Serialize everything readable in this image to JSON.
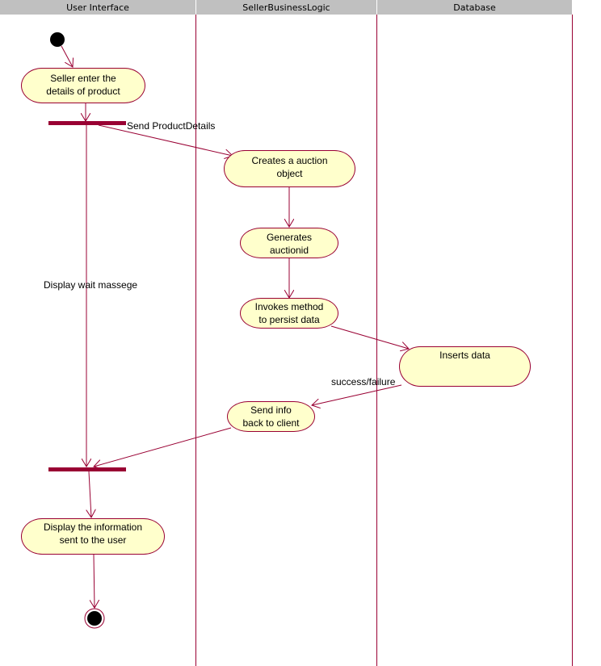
{
  "swimlanes": [
    "User Interface",
    "SellerBusinessLogic",
    "Database"
  ],
  "activities": {
    "enter_details": "Seller enter the\ndetails of product",
    "create_auction": "Creates a auction\nobject",
    "generate_id": "Generates\nauctionid",
    "invoke_persist": "Invokes method\nto persist data",
    "insert_data": "Inserts data",
    "send_info": "Send info\nback to client",
    "display_info": "Display the information\nsent to the user"
  },
  "transitions": {
    "send_product_details": "Send ProductDetails",
    "display_wait": "Display wait massege",
    "success_failure": "success/failure"
  },
  "colors": {
    "line": "#990033",
    "state_fill": "#ffffcc",
    "header_fill": "#c0c0c0"
  }
}
